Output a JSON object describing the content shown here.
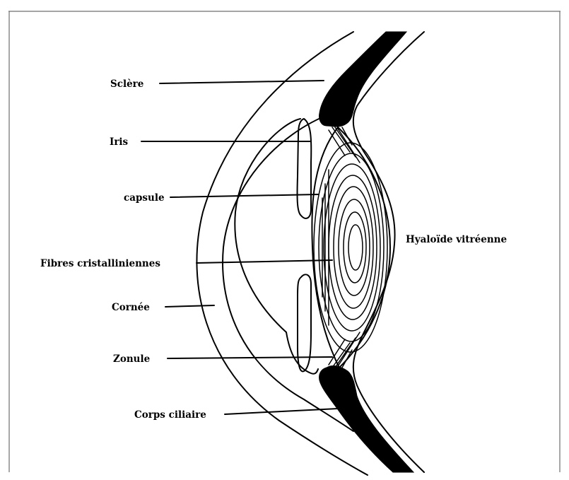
{
  "diagram": {
    "labels": {
      "sclere": "Sclère",
      "iris": "Iris",
      "capsule": "capsule",
      "fibres": "Fibres cristalliniennes",
      "cornee": "Cornée",
      "zonule": "Zonule",
      "corps_ciliaire": "Corps ciliaire",
      "hyaloide": "Hyaloïde vitréenne"
    }
  }
}
